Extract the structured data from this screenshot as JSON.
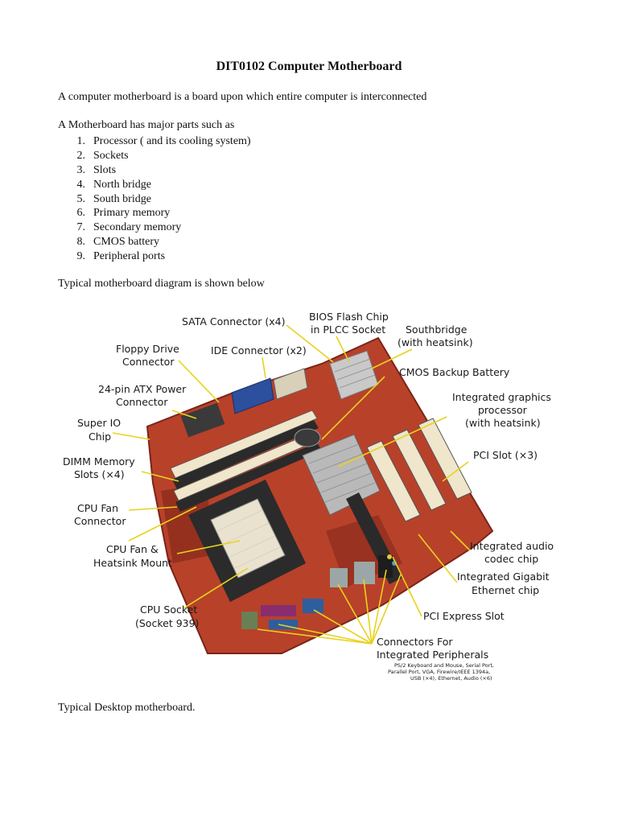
{
  "document": {
    "title": "DIT0102 Computer Motherboard",
    "intro": "A computer motherboard is a board upon which entire computer is interconnected",
    "parts_lead": "A Motherboard has major parts such as",
    "parts": [
      {
        "num": "1.",
        "text": "Processor ( and its cooling system)"
      },
      {
        "num": "2.",
        "text": "Sockets"
      },
      {
        "num": "3.",
        "text": "Slots"
      },
      {
        "num": "4.",
        "text": "North bridge"
      },
      {
        "num": "5.",
        "text": "South bridge"
      },
      {
        "num": "6.",
        "text": "Primary memory"
      },
      {
        "num": "7.",
        "text": "Secondary memory"
      },
      {
        "num": "8.",
        "text": "CMOS battery"
      },
      {
        "num": "9.",
        "text": "Peripheral ports"
      }
    ],
    "diagram_caption": "Typical motherboard diagram is shown below",
    "desktop_caption": "Typical Desktop motherboard."
  },
  "diagram": {
    "labels": {
      "sata": "SATA Connector (x4)",
      "bios_1": "BIOS Flash Chip",
      "bios_2": "in PLCC Socket",
      "south_1": "Southbridge",
      "south_2": "(with heatsink)",
      "floppy_1": "Floppy Drive",
      "floppy_2": "Connector",
      "ide": "IDE Connector (x2)",
      "cmos": "CMOS Backup Battery",
      "atx_1": "24-pin ATX Power",
      "atx_2": "Connector",
      "igp_1": "Integrated graphics",
      "igp_2": "processor",
      "igp_3": "(with heatsink)",
      "superio_1": "Super IO",
      "superio_2": "Chip",
      "pci": "PCI Slot (×3)",
      "dimm_1": "DIMM Memory",
      "dimm_2": "Slots (×4)",
      "cpufan_1": "CPU Fan",
      "cpufan_2": "Connector",
      "heatsink_1": "CPU Fan &",
      "heatsink_2": "Heatsink Mount",
      "audio_1": "Integrated audio",
      "audio_2": "codec chip",
      "gbe_1": "Integrated Gigabit",
      "gbe_2": "Ethernet chip",
      "socket_1": "CPU Socket",
      "socket_2": "(Socket 939)",
      "pcie": "PCI Express Slot",
      "conn_1": "Connectors For",
      "conn_2": "Integrated Peripherals",
      "conn_note_1": "PS/2 Keyboard and Mouse, Serial Port,",
      "conn_note_2": "Parallel Port, VGA, Firewire/IEEE 1394a,",
      "conn_note_3": "USB (×4), Ethernet, Audio (×6)"
    }
  },
  "colors": {
    "board": "#b8412a",
    "board_dark": "#7a2418",
    "slot_white": "#efe6cc",
    "heatsink": "#b9b9b9",
    "leader": "#e8d21e",
    "ide_blue": "#2c4f9e"
  }
}
